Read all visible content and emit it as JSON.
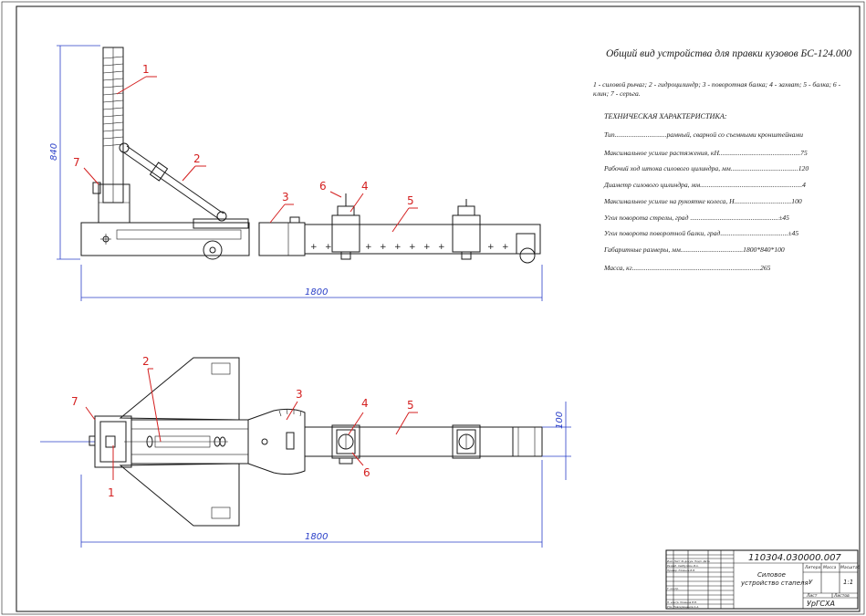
{
  "sheet": {
    "title": "Общий вид устройства для правки кузовов БС-124.000",
    "legend": "1 - силовой рычаг; 2 - гидроцилиндр; 3 - поворотная балка; 4 - захват; 5 - балка; 6 - клин; 7 - серьга.",
    "spec_heading": "ТЕХНИЧЕСКАЯ ХАРАКТЕРИСТИКА:",
    "spec_lines": [
      "Тип..............................рамный, сварной со съемными кронштейнами",
      "Максимальное усилие растяжения, кН...............................................75",
      "Рабочий ход штока силового цилиндра, мм.......................................120",
      "Диаметр силового цилиндра, мм...........................................................4",
      "Максимальное усилие на рукоятке колеса, Н.................................100",
      "Угол поворота стрелы, град ...................................................±45",
      "Угол поворота поворотной балки, град.......................................±45",
      "Габаритные размеры, мм....................................1800*840*100",
      "Масса, кг..........................................................................265"
    ]
  },
  "callouts": {
    "side": [
      "1",
      "2",
      "3",
      "4",
      "5",
      "6",
      "7"
    ],
    "top": [
      "1",
      "2",
      "3",
      "4",
      "5",
      "6",
      "7"
    ]
  },
  "dimensions": {
    "side_height": "840",
    "side_length": "1800",
    "top_length": "1800",
    "top_width": "100"
  },
  "title_block": {
    "code": "110304.030000.007",
    "name_line1": "Силовое",
    "name_line2": "устройство стапеля",
    "scale_label": "Масштаб",
    "mass_label": "Масса",
    "letter_label": "Литера",
    "scale": "1:1",
    "letter": "У",
    "sheet_label": "Лист",
    "sheets_label": "Листов",
    "org": "УрГСХА",
    "rows": [
      "Изм. Лист  № докум.  Подп.  Дата",
      "Разраб.  Хайбуллин И.А.",
      "Провер.  Юманов В.В.",
      "Т. контр.",
      "Н. контр.  Юманов В.В.",
      "Утв.  Новокрещенов А.А."
    ]
  },
  "colors": {
    "callout": "#d42020",
    "dimension": "#2a3fc8",
    "line": "#1a1a1a"
  }
}
